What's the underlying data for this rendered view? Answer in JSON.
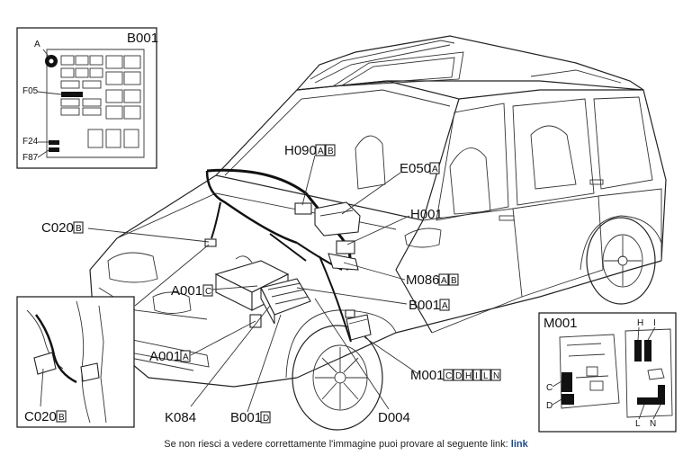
{
  "callouts": {
    "b001_inset_title": "B001",
    "b001_inset_a": "A",
    "b001_inset_f05": "F05",
    "b001_inset_f24": "F24",
    "b001_inset_f87": "F87",
    "h090": "H090",
    "h090_a": "A",
    "h090_b": "B",
    "e050": "E050",
    "e050_a": "A",
    "h001": "H001",
    "c020": "C020",
    "c020_b": "B",
    "m086": "M086",
    "m086_a": "A",
    "m086_b": "B",
    "a001_c_code": "A001",
    "a001_c": "C",
    "b001_a_code": "B001",
    "b001_a": "A",
    "a001_a_code": "A001",
    "a001_a": "A",
    "k084": "K084",
    "b001_d_code": "B001",
    "b001_d": "D",
    "d004": "D004",
    "m001_code": "M001",
    "m001_c": "C",
    "m001_d": "D",
    "m001_h": "H",
    "m001_i": "I",
    "m001_l": "L",
    "m001_n": "N",
    "c020_inset_code": "C020",
    "c020_inset_b": "B",
    "m001_inset_title": "M001",
    "m001_inset_h": "H",
    "m001_inset_i": "I",
    "m001_inset_c": "C",
    "m001_inset_d": "D",
    "m001_inset_l": "L",
    "m001_inset_n": "N"
  },
  "footer": {
    "text": "Se non riesci a vedere correttamente l'immagine puoi provare al seguente link: ",
    "link_label": "link"
  }
}
